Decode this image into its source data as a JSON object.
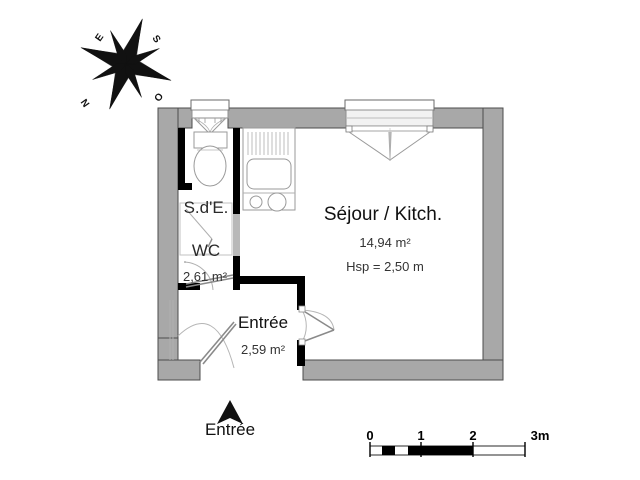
{
  "plan": {
    "title_hidden": "",
    "compass": {
      "name": "compass-rose",
      "letters": [
        {
          "id": "east",
          "label": "E"
        },
        {
          "id": "south",
          "label": "S"
        },
        {
          "id": "west",
          "label": "O"
        },
        {
          "id": "north",
          "label": "N"
        }
      ]
    },
    "rooms": [
      {
        "id": "sejour-kitch",
        "name": "Séjour / Kitch.",
        "area": "14,94 m²",
        "height_note": "Hsp = 2,50 m"
      },
      {
        "id": "sdb-wc",
        "name_line1": "S.d'E.",
        "name_line2": "WC",
        "area": "2,61 m²"
      },
      {
        "id": "entree",
        "name": "Entrée",
        "area": "2,59 m²"
      }
    ],
    "entry_marker": {
      "id": "entry-arrow",
      "label": "Entrée"
    },
    "scale_bar": {
      "id": "scale-bar",
      "ticks": [
        "0",
        "1",
        "2",
        "3m"
      ],
      "unit_note": "3m"
    },
    "colors": {
      "exterior_wall": "#a8a8a8",
      "exterior_wall_stroke": "#4d4d4d",
      "interior_wall": "#000000",
      "fixture_line": "#9a9a9a",
      "text": "#111111",
      "background": "#ffffff"
    }
  }
}
